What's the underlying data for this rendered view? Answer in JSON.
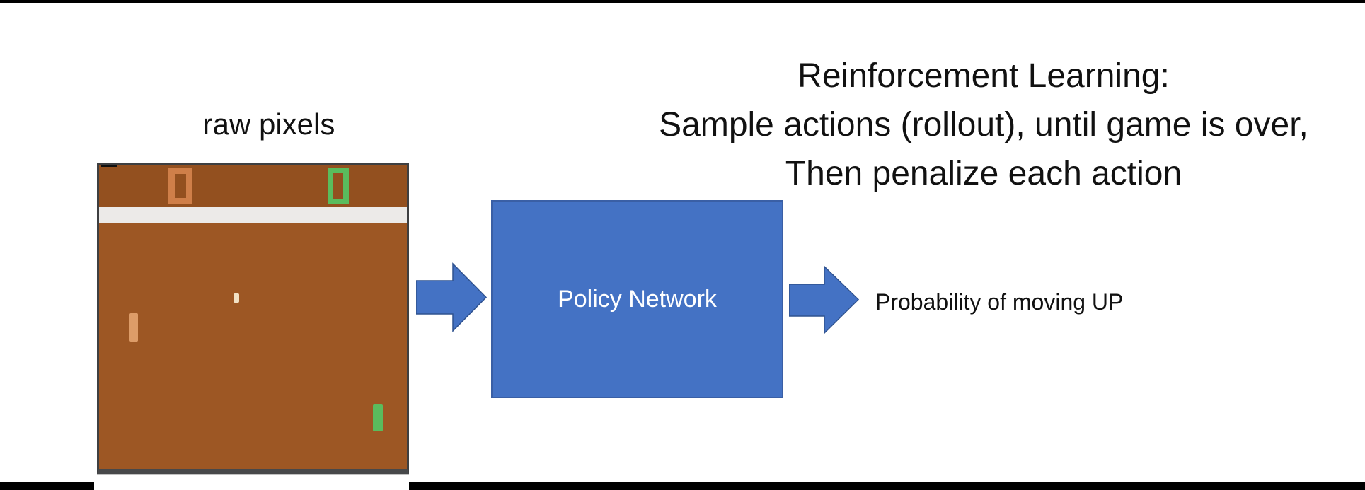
{
  "slide": {
    "title_lines": [
      "Reinforcement Learning:",
      "Sample actions (rollout), until game is over,",
      "Then penalize each action"
    ],
    "game_label": "raw pixels",
    "game": {
      "left_score": "0",
      "right_score": "0",
      "elements": [
        "score-digits",
        "center-white-bar",
        "ball",
        "orange-paddle",
        "green-paddle"
      ]
    },
    "policy_box_label": "Policy Network",
    "output_label": "Probability of moving UP"
  },
  "colors": {
    "accent-blue": "#4472c4",
    "accent-blue-border": "#2f528f",
    "game-brown": "#9d5724",
    "game-brown-dark": "#93501f",
    "score-orange": "#cf7f49",
    "paddle-tan": "#dd9c68",
    "pong-green": "#5abc5d",
    "ball-cream": "#f2e1c4",
    "game-border-gray": "#3e3f41",
    "white-bar": "#eceae8",
    "text-black": "#111111"
  }
}
